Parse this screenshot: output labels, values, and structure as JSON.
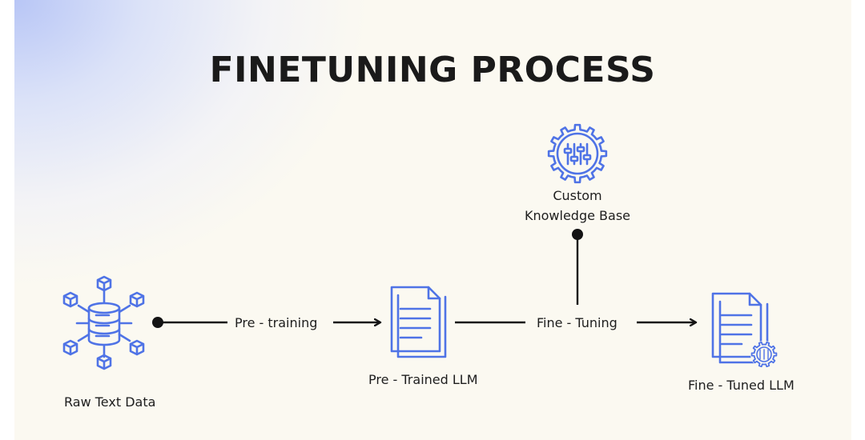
{
  "title": "FINETUNING PROCESS",
  "nodes": {
    "raw_text_data": "Raw Text Data",
    "pre_trained_llm": "Pre - Trained LLM",
    "fine_tuned_llm": "Fine - Tuned LLM",
    "custom_kb_line1": "Custom",
    "custom_kb_line2": "Knowledge Base"
  },
  "edges": {
    "pre_training": "Pre - training",
    "fine_tuning": "Fine - Tuning"
  },
  "colors": {
    "icon_blue": "#4f73e6",
    "line": "#141414",
    "background": "#fbf9f1",
    "gradient": "#b8c6f6"
  },
  "icons": [
    "database-network-icon",
    "document-icon",
    "gear-sliders-icon",
    "document-gear-icon"
  ]
}
